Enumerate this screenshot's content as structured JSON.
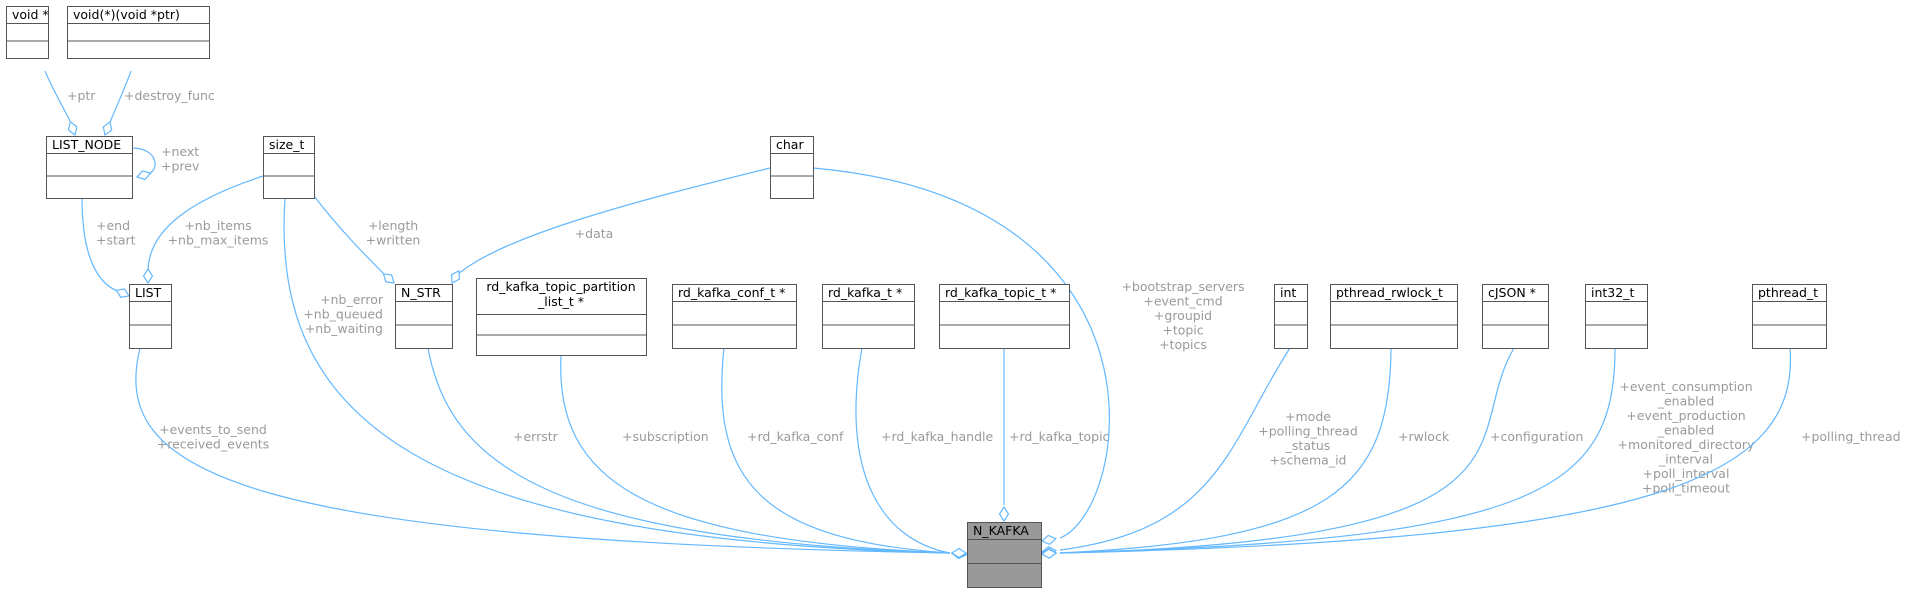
{
  "nodes": {
    "void_ptr": {
      "label": [
        "void *"
      ]
    },
    "destroy_func_type": {
      "label": [
        "void(*)(void *ptr)"
      ]
    },
    "list_node": {
      "label": [
        "LIST_NODE"
      ]
    },
    "size_t": {
      "label": [
        "size_t"
      ]
    },
    "char": {
      "label": [
        "char"
      ]
    },
    "list": {
      "label": [
        "LIST"
      ]
    },
    "n_str": {
      "label": [
        "N_STR"
      ]
    },
    "rd_kafka_topic_partition_list_t": {
      "label": [
        "rd_kafka_topic_partition",
        "_list_t *"
      ]
    },
    "rd_kafka_conf_t": {
      "label": [
        "rd_kafka_conf_t *"
      ]
    },
    "rd_kafka_t": {
      "label": [
        "rd_kafka_t *"
      ]
    },
    "rd_kafka_topic_t": {
      "label": [
        "rd_kafka_topic_t *"
      ]
    },
    "int": {
      "label": [
        "int"
      ]
    },
    "pthread_rwlock_t": {
      "label": [
        "pthread_rwlock_t"
      ]
    },
    "cjson": {
      "label": [
        "cJSON *"
      ]
    },
    "int32_t": {
      "label": [
        "int32_t"
      ]
    },
    "pthread_t": {
      "label": [
        "pthread_t"
      ]
    },
    "n_kafka": {
      "label": [
        "N_KAFKA"
      ]
    }
  },
  "edges": {
    "ptr": {
      "label": [
        "+ptr"
      ]
    },
    "destroy_func": {
      "label": [
        "+destroy_func"
      ]
    },
    "next_prev": {
      "label": [
        "+next",
        "+prev"
      ]
    },
    "end_start": {
      "label": [
        "+end",
        "+start"
      ]
    },
    "nb_items": {
      "label": [
        "+nb_items",
        "+nb_max_items"
      ]
    },
    "length_written": {
      "label": [
        "+length",
        "+written"
      ]
    },
    "data": {
      "label": [
        "+data"
      ]
    },
    "nb_error": {
      "label": [
        "+nb_error",
        "+nb_queued",
        "+nb_waiting"
      ]
    },
    "events": {
      "label": [
        "+events_to_send",
        "+received_events"
      ]
    },
    "errstr": {
      "label": [
        "+errstr"
      ]
    },
    "subscription": {
      "label": [
        "+subscription"
      ]
    },
    "rd_kafka_conf": {
      "label": [
        "+rd_kafka_conf"
      ]
    },
    "rd_kafka_handle": {
      "label": [
        "+rd_kafka_handle"
      ]
    },
    "rd_kafka_topic": {
      "label": [
        "+rd_kafka_topic"
      ]
    },
    "bootstrap": {
      "label": [
        "+bootstrap_servers",
        "+event_cmd",
        "+groupid",
        "+topic",
        "+topics"
      ]
    },
    "mode": {
      "label": [
        "+mode",
        "+polling_thread",
        "_status",
        "+schema_id"
      ]
    },
    "rwlock": {
      "label": [
        "+rwlock"
      ]
    },
    "configuration": {
      "label": [
        "+configuration"
      ]
    },
    "event_consumption": {
      "label": [
        "+event_consumption",
        "_enabled",
        "+event_production",
        "_enabled",
        "+monitored_directory",
        "_interval",
        "+poll_interval",
        "+poll_timeout"
      ]
    },
    "polling_thread": {
      "label": [
        "+polling_thread"
      ]
    }
  },
  "colors": {
    "edge": "#63b8ff",
    "edge_label": "#9a9a9a",
    "node_border": "#555555",
    "main_node_fill": "#999999"
  }
}
